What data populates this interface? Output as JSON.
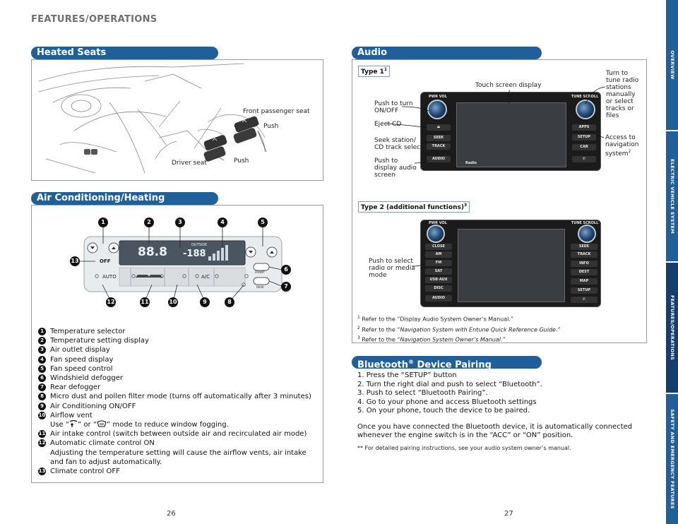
{
  "header": {
    "section_title": "FEATURES/OPERATIONS"
  },
  "side_tabs": [
    {
      "label": "OVERVIEW",
      "color": "#1f5f9a"
    },
    {
      "label": "ELECTRIC VEHICLE SYSTEM",
      "color": "#1f5f9a"
    },
    {
      "label": "FEATURES/OPERATIONS",
      "color": "#123f70"
    },
    {
      "label": "SAFETY AND EMERGENCY FEATURES",
      "color": "#1f5f9a"
    }
  ],
  "heated_seats": {
    "title": "Heated Seats",
    "labels": {
      "front_passenger": "Front passenger seat",
      "push_top": "Push",
      "driver": "Driver seat",
      "push_bottom": "Push"
    }
  },
  "ac": {
    "title": "Air Conditioning/Heating",
    "panel": {
      "temp_display": "88.8",
      "fan_display": "-188",
      "outside": "OUTSIDE",
      "off": "OFF",
      "auto": "AUTO",
      "ac": "A/C",
      "front": "FRONT",
      "rear": "REAR"
    },
    "markers": [
      "1",
      "2",
      "3",
      "4",
      "5",
      "6",
      "7",
      "8",
      "9",
      "10",
      "11",
      "12",
      "13"
    ],
    "legend": [
      {
        "num": "1",
        "text": "Temperature selector"
      },
      {
        "num": "2",
        "text": "Temperature setting display"
      },
      {
        "num": "3",
        "text": "Air outlet display"
      },
      {
        "num": "4",
        "text": "Fan speed display"
      },
      {
        "num": "5",
        "text": "Fan speed control"
      },
      {
        "num": "6",
        "text": "Windshield defogger"
      },
      {
        "num": "7",
        "text": "Rear defogger"
      },
      {
        "num": "8",
        "text": "Micro dust and pollen filter mode (turns off automatically after 3 minutes)"
      },
      {
        "num": "9",
        "text": "Air Conditioning ON/OFF"
      },
      {
        "num": "10",
        "text": "Airflow vent",
        "sub": [
          "Use “",
          "” or “",
          "” mode to reduce window fogging."
        ]
      },
      {
        "num": "11",
        "text": "Air intake control (switch between outside air and recirculated air mode)"
      },
      {
        "num": "12",
        "text": "Automatic climate control ON",
        "sub_text": "Adjusting the temperature setting will cause the airflow vents, air intake and fan to adjust automatically."
      },
      {
        "num": "13",
        "text": "Climate control OFF"
      }
    ]
  },
  "audio": {
    "title": "Audio",
    "type1": {
      "tag": "Type 1",
      "sup": "1"
    },
    "type2": {
      "tag": "Type 2 (additional functions)",
      "sup": "3"
    },
    "labels": {
      "touch_screen": "Touch screen display",
      "power_line1": "Push to turn",
      "power_line2": "ON/OFF",
      "eject": "Eject CD",
      "seek_line1": "Seek station/",
      "seek_line2": "CD track select",
      "display_line1": "Push to",
      "display_line2": "display audio",
      "display_line3": "screen",
      "tune_lines": [
        "Turn to",
        "tune radio",
        "stations",
        "manually",
        "or select",
        "tracks or",
        "files"
      ],
      "nav_line1": "Access to",
      "nav_line2": "navigation",
      "nav_line3": "system",
      "nav_sup": "2",
      "radio_line1": "Push to select",
      "radio_line2": "radio or media",
      "radio_line3": "mode"
    },
    "unit1_buttons": {
      "pwr_vol": "PWR VOL",
      "tune_scroll": "TUNE SCROLL",
      "eject": "⏏",
      "seek": "SEEK",
      "track": "TRACK",
      "audio": "AUDIO",
      "apps": "APPS",
      "setup": "SETUP",
      "car": "CAR",
      "phone": "✆",
      "radio_status": "Radio"
    },
    "unit2_buttons": {
      "pwr_vol": "PWR VOL",
      "tune_scroll": "TUNE SCROLL",
      "close": "CLOSE",
      "am": "AM",
      "fm": "FM",
      "sat": "SAT",
      "usb": "USB·AUX",
      "disc": "DISC",
      "audio": "AUDIO",
      "seek": "SEEK",
      "track": "TRACK",
      "info": "INFO",
      "dest": "DEST",
      "map": "MAP",
      "setup": "SETUP",
      "phone": "✆"
    },
    "footnotes": [
      {
        "num": "1",
        "pre": "Refer to the “Display Audio System Owner’s Manual.”",
        "ital": "",
        "post": ""
      },
      {
        "num": "2",
        "pre": "Refer to the “",
        "ital": "Navigation System with Entune Quick Reference Guide",
        "post": ".”"
      },
      {
        "num": "3",
        "pre": "Refer to the “",
        "ital": "Navigation System Owner’s Manual",
        "post": ".”"
      }
    ]
  },
  "bluetooth": {
    "title_pre": "Bluetooth",
    "title_reg": "®",
    "title_post": " Device Pairing",
    "steps": [
      "1. Press the “SETUP” button",
      "2. Turn the right dial and push to select “Bluetooth”.",
      "3. Push to select “Bluetooth Pairing”.",
      "4. Go to your phone and access Bluetooth settings",
      "5. On your phone, touch the device to be paired."
    ],
    "connected_text": "Once you have connected the Bluetooth device, it is automatically connected whenever the engine switch is in the “ACC” or “ON” position.",
    "note": "** For detailed pairing instructions, see your audio system owner’s manual."
  },
  "pages": {
    "left": "26",
    "right": "27"
  },
  "colors": {
    "banner": "#1f5f9a",
    "tab": "#1f5f9a",
    "tab_active": "#123f70",
    "knob": "#27517e"
  }
}
